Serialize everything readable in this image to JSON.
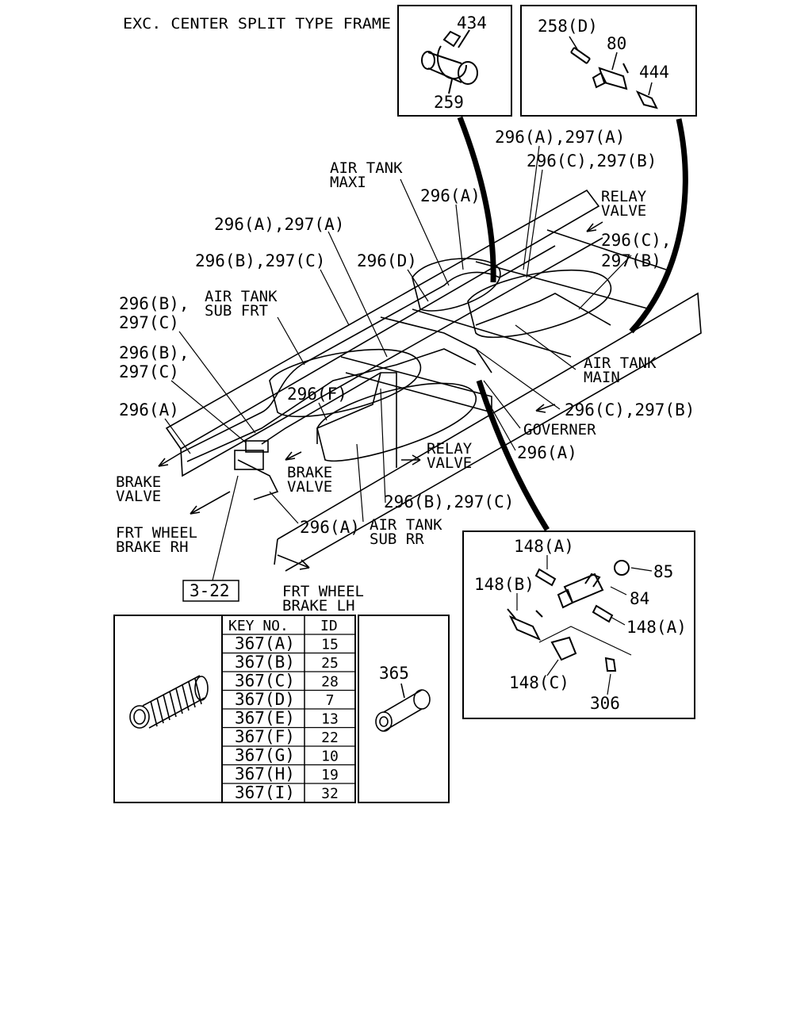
{
  "header": {
    "title": "EXC. CENTER SPLIT TYPE FRAME"
  },
  "insets": {
    "clamp": {
      "part_a": "434",
      "part_b": "259"
    },
    "tee": {
      "part_a": "258(D)",
      "part_b": "80",
      "part_c": "444"
    },
    "governor_fittings": {
      "part_a_top": "148(A)",
      "part_b": "148(B)",
      "part_85": "85",
      "part_84": "84",
      "part_a_right": "148(A)",
      "part_c": "148(C)",
      "part_306": "306"
    },
    "sleeve": {
      "part": "365"
    }
  },
  "callouts": {
    "c1": "296(A),297(A)",
    "c2": "296(C),297(B)",
    "c3": "296(A)",
    "c4": "296(A),297(A)",
    "c5": "296(B),297(C)",
    "c6": "296(D)",
    "c7": "296(C),",
    "c8": "297(B)",
    "c9": "296(B),",
    "c10": "297(C)",
    "c11": "296(B),",
    "c12": "297(C)",
    "c13": "296(A)",
    "c14": "296(F)",
    "c15": "296(C),297(B)",
    "c16": "296(A)",
    "c17": "296(B),297(C)",
    "c18": "296(A)"
  },
  "labels": {
    "air_tank_maxi": [
      "AIR TANK",
      "MAXI"
    ],
    "relay_valve_top": [
      "RELAY",
      "VALVE"
    ],
    "air_tank_sub_frt": [
      "AIR TANK",
      "SUB FRT"
    ],
    "air_tank_main": [
      "AIR TANK",
      "MAIN"
    ],
    "governer": "GOVERNER",
    "relay_valve_mid": [
      "RELAY",
      "VALVE"
    ],
    "brake_valve_left": [
      "BRAKE",
      "VALVE"
    ],
    "brake_valve_mid": [
      "BRAKE",
      "VALVE"
    ],
    "air_tank_sub_rr": [
      "AIR TANK",
      "SUB RR"
    ],
    "frt_wheel_brake_rh": [
      "FRT WHEEL",
      "BRAKE RH"
    ],
    "frt_wheel_brake_lh": [
      "FRT WHEEL",
      "BRAKE LH"
    ],
    "page_ref": "3-22"
  },
  "table": {
    "headers": [
      "KEY NO.",
      "ID"
    ],
    "rows": [
      [
        "367(A)",
        "15"
      ],
      [
        "367(B)",
        "25"
      ],
      [
        "367(C)",
        "28"
      ],
      [
        "367(D)",
        "7"
      ],
      [
        "367(E)",
        "13"
      ],
      [
        "367(F)",
        "22"
      ],
      [
        "367(G)",
        "10"
      ],
      [
        "367(H)",
        "19"
      ],
      [
        "367(I)",
        "32"
      ]
    ]
  }
}
